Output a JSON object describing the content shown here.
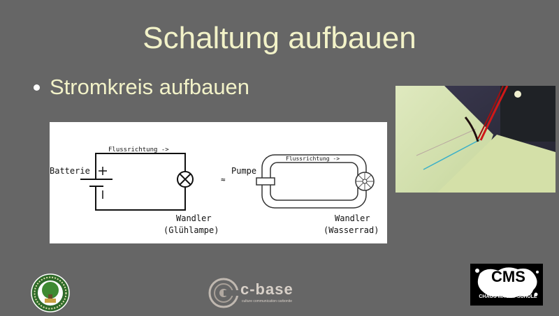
{
  "slide": {
    "title": "Schaltung aufbauen",
    "bullets": [
      {
        "text": "Stromkreis aufbauen"
      }
    ]
  },
  "diagram": {
    "electric": {
      "flow_label": "Flussrichtung ->",
      "battery_label": "Batterie",
      "converter_label": "Wandler",
      "converter_sub": "(Glühlampe)"
    },
    "approx_symbol": "≈",
    "water": {
      "flow_label": "Flussrichtung ->",
      "pump_label": "Pumpe",
      "converter_label": "Wandler",
      "converter_sub": "(Wasserrad)"
    }
  },
  "logos": {
    "left": {
      "name": "school-seal"
    },
    "center": {
      "name": "c-base",
      "text": "c-base",
      "tagline": "culture communication carbonite"
    },
    "right": {
      "name": "chaos-macht-schule",
      "text": "CMS",
      "tagline": "CHAOS MACHT SCHULE"
    }
  }
}
